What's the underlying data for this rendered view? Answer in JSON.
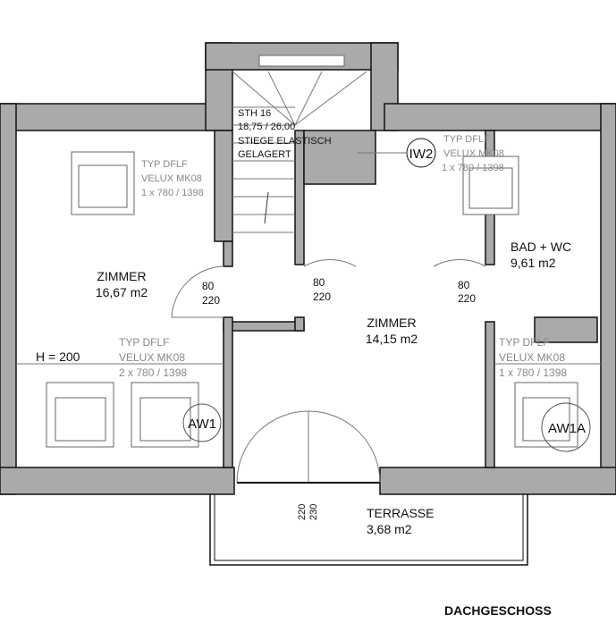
{
  "title": "DACHGESCHOSS",
  "stair": {
    "line1": "STH 16",
    "line2": "18,75 / 26,00",
    "line3": "STIEGE ELASTISCH",
    "line4": "GELAGERT"
  },
  "rooms": [
    {
      "name": "ZIMMER",
      "area": "16,67 m2"
    },
    {
      "name": "ZIMMER",
      "area": "14,15 m2"
    },
    {
      "name": "BAD + WC",
      "area": "9,61 m2"
    },
    {
      "name": "TERRASSE",
      "area": "3,68 m2"
    }
  ],
  "doors": [
    {
      "width": "80",
      "height": "220"
    },
    {
      "width": "80",
      "height": "220"
    },
    {
      "width": "80",
      "height": "220"
    },
    {
      "width": "220",
      "height": "230"
    }
  ],
  "windows": [
    {
      "type": "TYP DFLF",
      "model": "VELUX MK08",
      "size": "1 x 780 / 1398"
    },
    {
      "type": "TYP DFLF",
      "model": "VELUX MK08",
      "size": "1 x 780 / 1398",
      "tag": "IW2"
    },
    {
      "type": "TYP DFLF",
      "model": "VELUX MK08",
      "size": "2 x 780 / 1398",
      "tag": "AW1"
    },
    {
      "type": "TYP DFLF",
      "model": "VELUX MK08",
      "size": "1 x 780 / 1398",
      "tag": "AW1A"
    }
  ],
  "height_note": "H = 200"
}
